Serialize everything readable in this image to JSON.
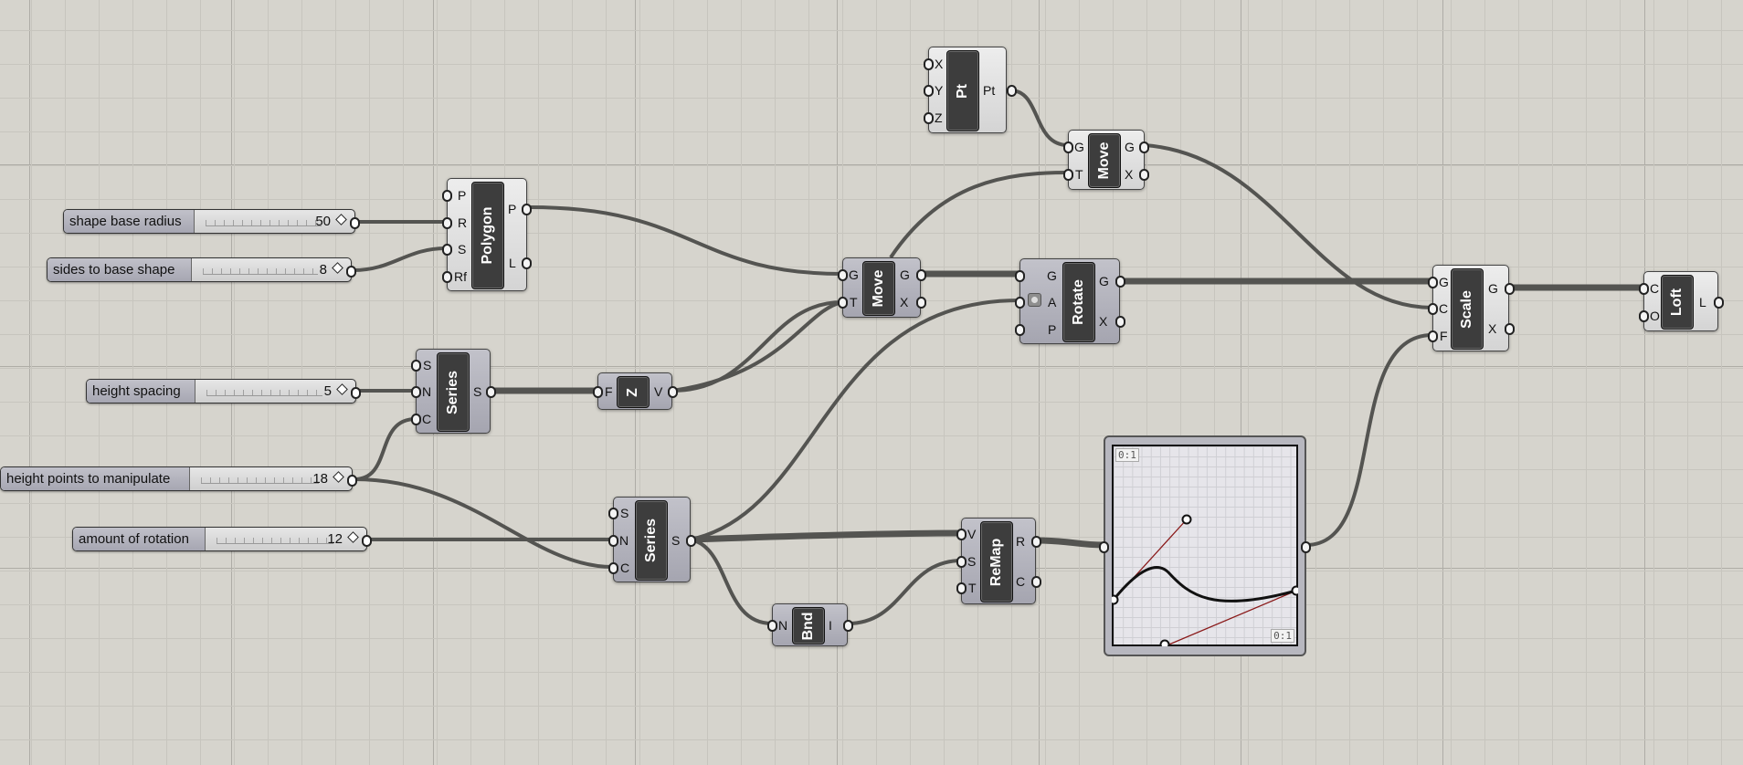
{
  "canvas": {
    "background": "#d6d4cd",
    "wire_color": "#545451"
  },
  "sliders": [
    {
      "id": "radius",
      "label": "shape base radius",
      "value": "50"
    },
    {
      "id": "sides",
      "label": "sides to base shape",
      "value": "8"
    },
    {
      "id": "height",
      "label": "height spacing",
      "value": "5"
    },
    {
      "id": "points",
      "label": "height points to manipulate",
      "value": "18"
    },
    {
      "id": "rotation",
      "label": "amount of rotation",
      "value": "12"
    }
  ],
  "components": {
    "polygon": {
      "title": "Polygon",
      "inputs": [
        "P",
        "R",
        "S",
        "Rf"
      ],
      "outputs": [
        "P",
        "L"
      ]
    },
    "pt": {
      "title": "Pt",
      "inputs": [
        "X",
        "Y",
        "Z"
      ],
      "outputs": [
        "Pt"
      ]
    },
    "move_top": {
      "title": "Move",
      "inputs": [
        "G",
        "T"
      ],
      "outputs": [
        "G",
        "X"
      ]
    },
    "move_mid": {
      "title": "Move",
      "inputs": [
        "G",
        "T"
      ],
      "outputs": [
        "G",
        "X"
      ]
    },
    "rotate": {
      "title": "Rotate",
      "inputs": [
        "G",
        "A",
        "P"
      ],
      "outputs": [
        "G",
        "X"
      ]
    },
    "scale": {
      "title": "Scale",
      "inputs": [
        "G",
        "C",
        "F"
      ],
      "outputs": [
        "G",
        "X"
      ]
    },
    "loft": {
      "title": "Loft",
      "inputs": [
        "C",
        "O"
      ],
      "outputs": [
        "L"
      ]
    },
    "series_a": {
      "title": "Series",
      "inputs": [
        "S",
        "N",
        "C"
      ],
      "outputs": [
        "S"
      ]
    },
    "z": {
      "title": "Z",
      "inputs": [
        "F"
      ],
      "outputs": [
        "V"
      ]
    },
    "series_b": {
      "title": "Series",
      "inputs": [
        "S",
        "N",
        "C"
      ],
      "outputs": [
        "S"
      ]
    },
    "bnd": {
      "title": "Bnd",
      "inputs": [
        "N"
      ],
      "outputs": [
        "I"
      ]
    },
    "remap": {
      "title": "ReMap",
      "inputs": [
        "V",
        "S",
        "T"
      ],
      "outputs": [
        "R",
        "C"
      ]
    }
  },
  "graph_mapper": {
    "domain_x_label": "0:1",
    "domain_y_label": "0:1"
  }
}
